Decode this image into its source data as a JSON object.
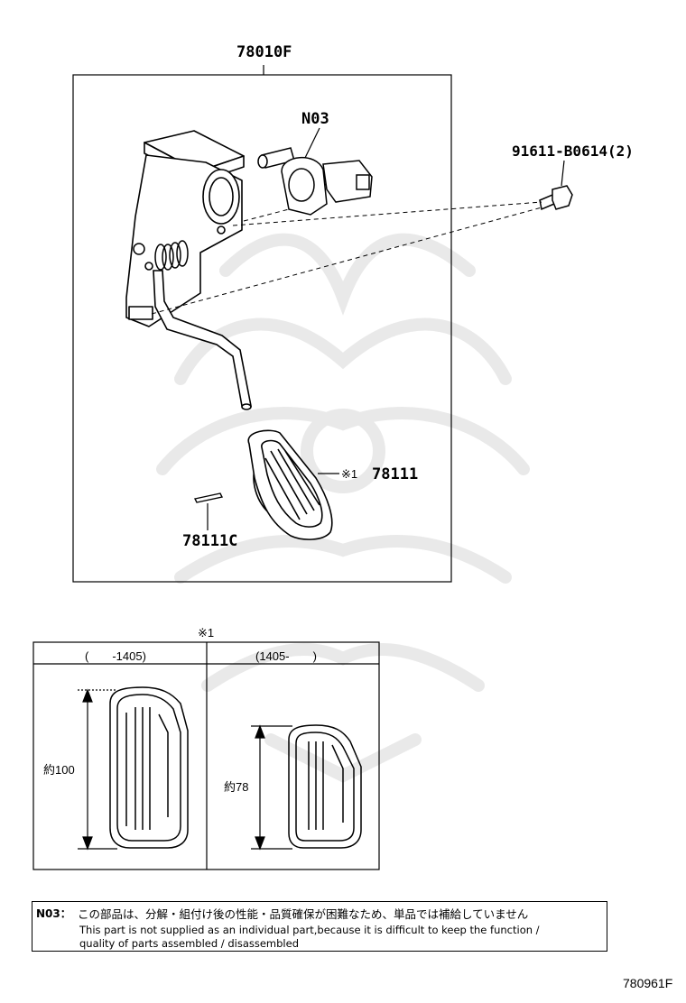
{
  "labels": {
    "assembly": "78010F",
    "sensor": "N03",
    "bolt": "91611-B0614(2)",
    "pad": "78111",
    "pad_mark": "※1",
    "pin": "78111C",
    "figure_id": "780961F"
  },
  "variants": {
    "mark": "※1",
    "left_header": "(　　-1405)",
    "right_header": "(1405-　　)",
    "left_dim": "約100",
    "right_dim": "約78"
  },
  "note": {
    "code": "N03：",
    "jp": "この部品は、分解・組付け後の性能・品質確保が困難なため、単品では補給していません",
    "en1": "This part is not supplied as an individual part,because it is difficult to keep the function /",
    "en2": "quality of parts assembled / disassembled"
  },
  "watermark": {
    "color": "#ececec"
  }
}
